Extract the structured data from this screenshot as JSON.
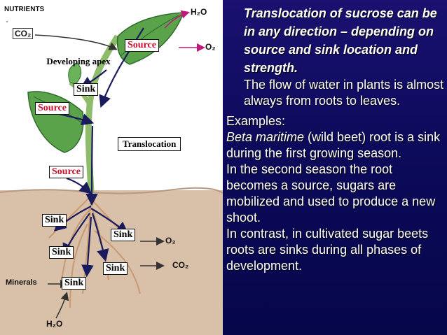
{
  "diagram": {
    "header_nutrients": "NUTRIENTS",
    "header_co2": "CO₂",
    "header_h2o_top": "H₂O",
    "header_o2_top": "O₂",
    "header_o2_root": "O₂",
    "header_co2_root": "CO₂",
    "header_minerals": "Minerals",
    "header_h2o_bottom": "H₂O",
    "label_developing_apex": "Developing apex",
    "label_source_top": "Source",
    "label_sink_apex": "Sink",
    "label_source_left": "Source",
    "label_translocation": "Translocation",
    "label_source_low": "Source",
    "label_sink_1": "Sink",
    "label_sink_2": "Sink",
    "label_sink_3": "Sink",
    "label_sink_4": "Sink",
    "label_sink_5": "Sink"
  },
  "text_panel": {
    "headline": "Translocation of sucrose can be in any direction – depending on source and sink location and strength.",
    "water_note": "The flow of water in plants is almost always from roots to leaves.",
    "examples_heading": "Examples:",
    "species": "Beta maritime",
    "species_rest": " (wild beet) root is a sink during the first growing season.",
    "second_season": "In the second season the root becomes a source, sugars are mobilized and used to produce a new shoot.",
    "contrast": "In contrast, in cultivated sugar beets roots are sinks during all phases of development."
  },
  "colors": {
    "source_red": "#c8102e",
    "panel_blue": "#0c0a5a",
    "leaf_green": "#5aa34a",
    "arrow_navy": "#1a1a5e",
    "soil": "#d9c0a8"
  }
}
